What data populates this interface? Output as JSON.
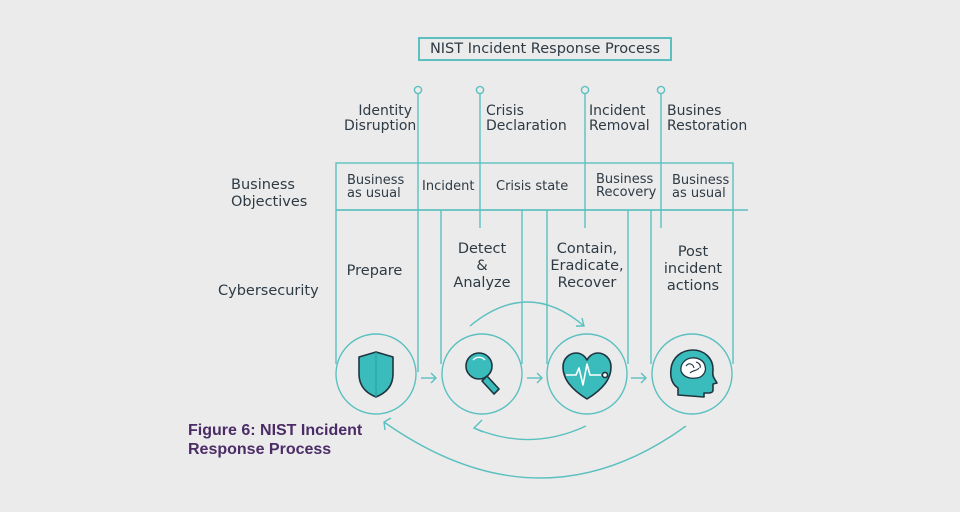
{
  "title": "NIST Incident Response Process",
  "row_labels": {
    "business": [
      "Business",
      "Objectives"
    ],
    "cyber": "Cybersecurity"
  },
  "milestones": [
    [
      "Identity",
      "Disruption"
    ],
    [
      "Crisis",
      "Declaration"
    ],
    [
      "Incident",
      "Removal"
    ],
    [
      "Busines",
      "Restoration"
    ]
  ],
  "business_states": [
    [
      "Business",
      "as usual"
    ],
    [
      "Incident"
    ],
    [
      "Crisis state"
    ],
    [
      "Business",
      "Recovery"
    ],
    [
      "Business",
      "as usual"
    ]
  ],
  "phases": [
    [
      "Prepare"
    ],
    [
      "Detect",
      "&",
      "Analyze"
    ],
    [
      "Contain,",
      "Eradicate,",
      "Recover"
    ],
    [
      "Post",
      "incident",
      "actions"
    ]
  ],
  "phase_icons": [
    "shield-icon",
    "magnifier-icon",
    "heart-pulse-icon",
    "brain-head-icon"
  ],
  "caption": [
    "Figure 6: NIST Incident",
    "Response Process"
  ],
  "colors": {
    "accent": "#5cc0c0",
    "icon_fill": "#3bbcbc",
    "icon_stroke": "#1f3540",
    "text": "#2e3a44",
    "caption": "#4b2c66",
    "background": "#ebebeb"
  }
}
